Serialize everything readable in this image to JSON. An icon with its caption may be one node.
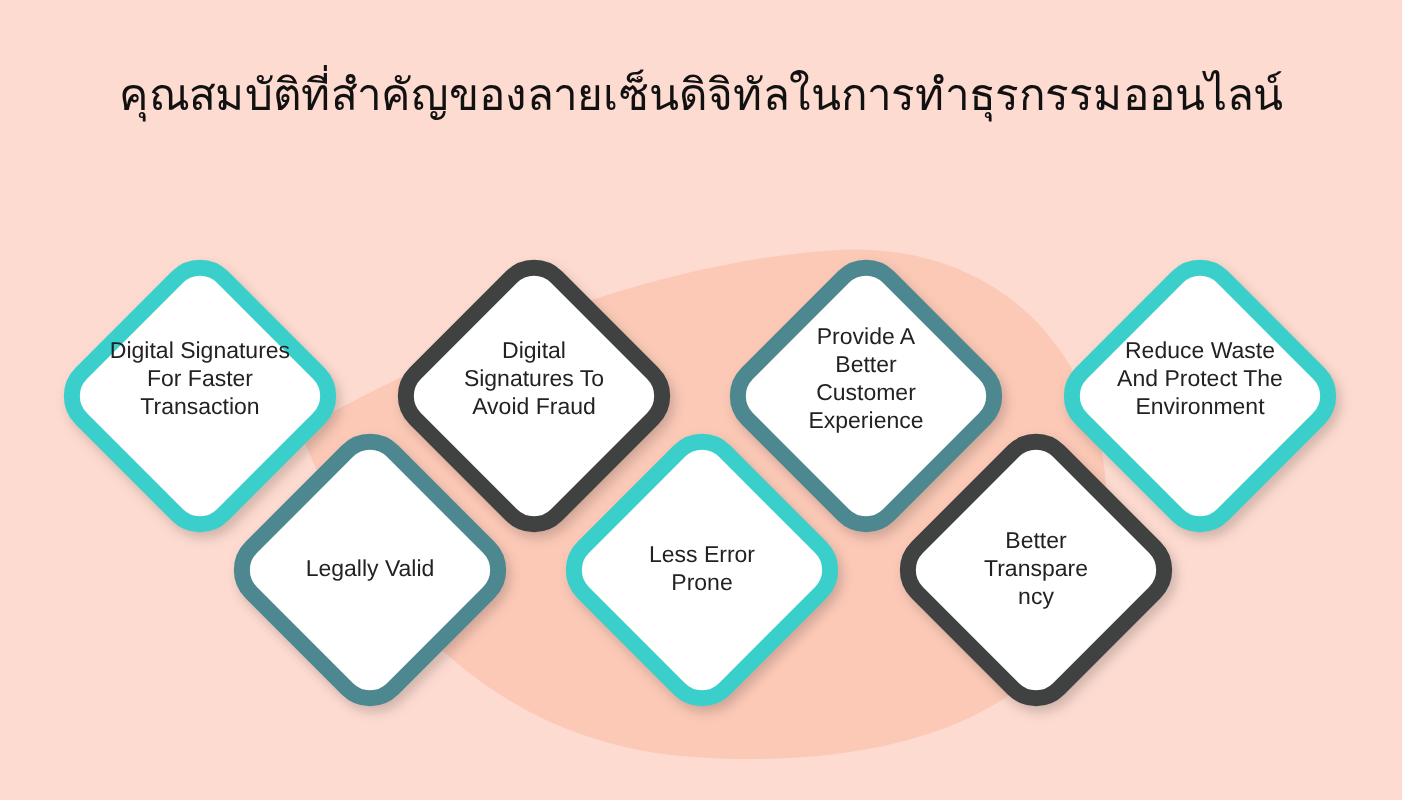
{
  "diagram": {
    "title": "คุณสมบัติที่สำคัญของลายเซ็นดิจิทัลในการทำธุรกรรมออนไลน์",
    "nodes": [
      {
        "text": [
          "Digital Signatures For Faster Transaction"
        ]
      },
      {
        "text": [
          "Legally Valid"
        ]
      },
      {
        "text": [
          "Digital Signatures To Avoid Fraud"
        ]
      },
      {
        "text": [
          "Less Error Prone"
        ]
      },
      {
        "text": [
          "Provide A Better Customer Experience"
        ]
      },
      {
        "text": [
          "Better Transpare ncy"
        ]
      },
      {
        "text": [
          "Reduce Waste And Protect The Environment"
        ]
      }
    ]
  }
}
